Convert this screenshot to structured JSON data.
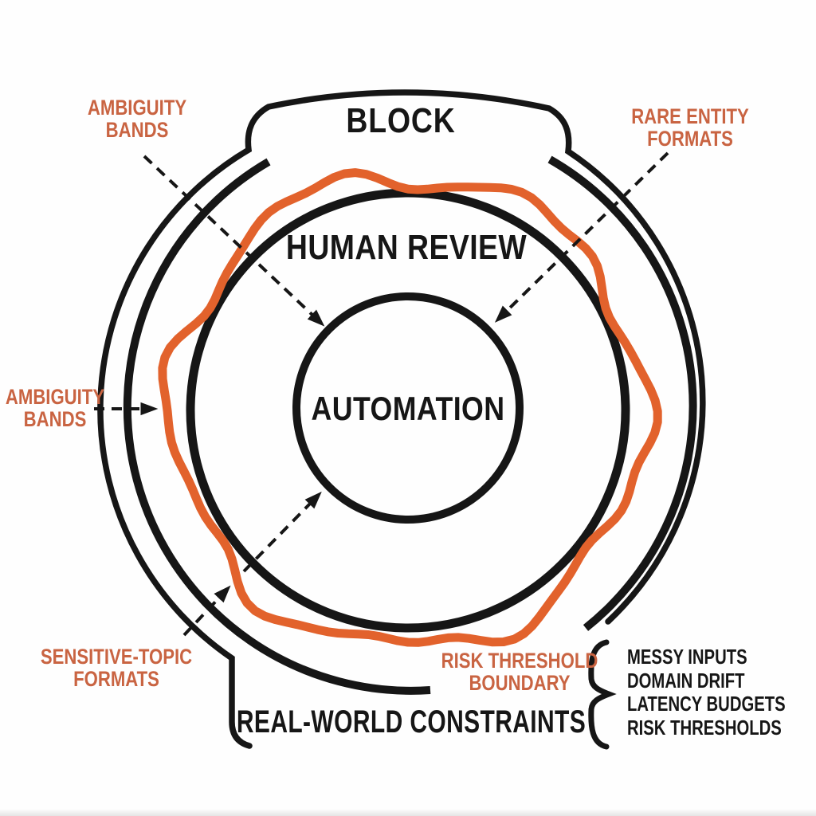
{
  "diagram": {
    "zones": {
      "block_label": "BLOCK",
      "human_review_label": "HUMAN REVIEW",
      "automation_label": "AUTOMATION",
      "real_world_constraints_label": "REAL-WORLD CONSTRAINTS"
    },
    "callouts": {
      "ambiguity_bands_top": {
        "line1": "AMBIGUITY",
        "line2": "BANDS"
      },
      "rare_entity_formats": {
        "line1": "RARE ENTITY",
        "line2": "FORMATS"
      },
      "ambiguity_bands_left": {
        "line1": "AMBIGUITY",
        "line2": "BANDS"
      },
      "sensitive_topic_formats": {
        "line1": "SENSITIVE-TOPIC",
        "line2": "FORMATS"
      },
      "risk_threshold_boundary": {
        "line1": "RISK THRESHOLD",
        "line2": "BOUNDARY"
      }
    },
    "constraints_list": {
      "items": [
        "MESSY INPUTS",
        "DOMAIN DRIFT",
        "LATENCY BUDGETS",
        "RISK THRESHOLDS"
      ]
    },
    "colors": {
      "accent_band": "#E2622C",
      "accent_text": "#C96442",
      "ink": "#161616"
    }
  }
}
